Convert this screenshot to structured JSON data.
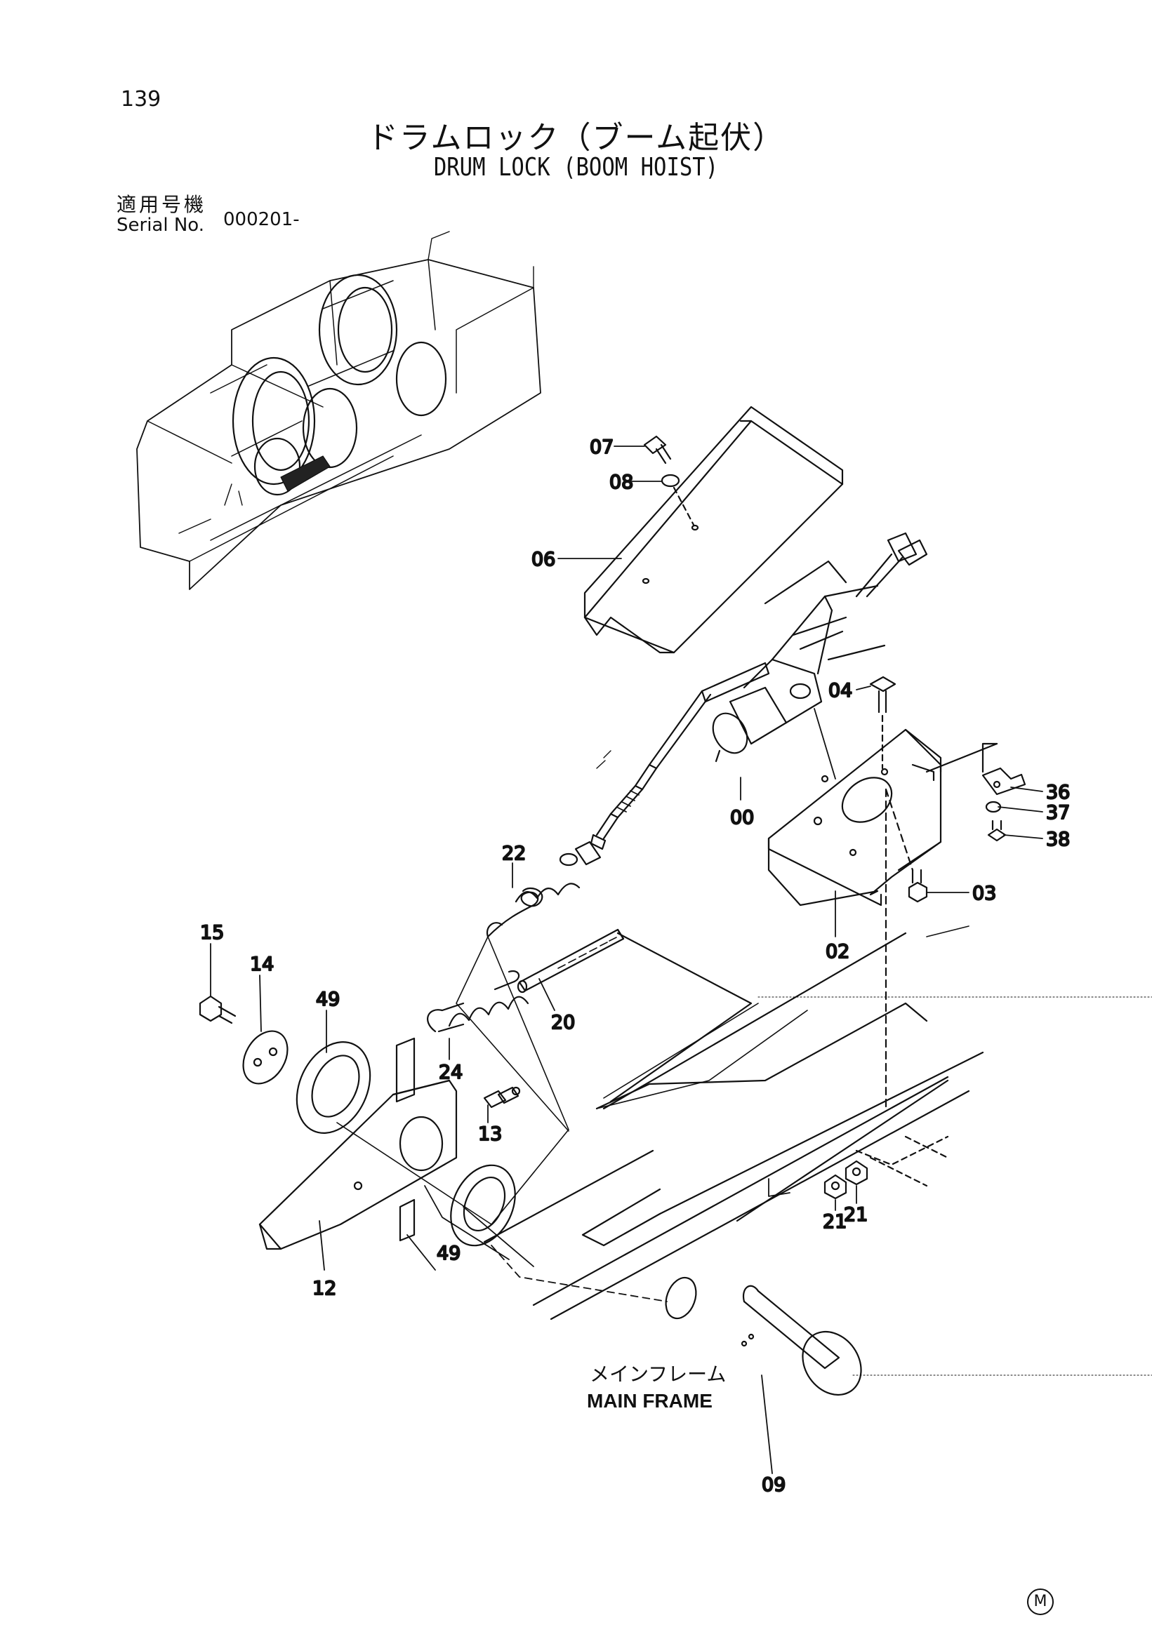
{
  "header": {
    "page_number": "139",
    "title_jp": "ドラムロック（ブーム起伏）",
    "title_en": "DRUM LOCK (BOOM HOIST)",
    "serial_label_jp": "適用号機",
    "serial_label_en": "Serial No.",
    "serial_value": "000201-"
  },
  "callouts": {
    "p00": "00",
    "p02": "02",
    "p03": "03",
    "p04": "04",
    "p06": "06",
    "p07": "07",
    "p08": "08",
    "p09": "09",
    "p12": "12",
    "p13": "13",
    "p14": "14",
    "p15": "15",
    "p20": "20",
    "p21a": "21",
    "p21b": "21",
    "p22": "22",
    "p24": "24",
    "p36": "36",
    "p37": "37",
    "p38": "38",
    "p49a": "49",
    "p49b": "49"
  },
  "main_frame": {
    "label_jp": "メインフレーム",
    "label_en": "MAIN FRAME"
  },
  "footer": {
    "mark": "M"
  }
}
